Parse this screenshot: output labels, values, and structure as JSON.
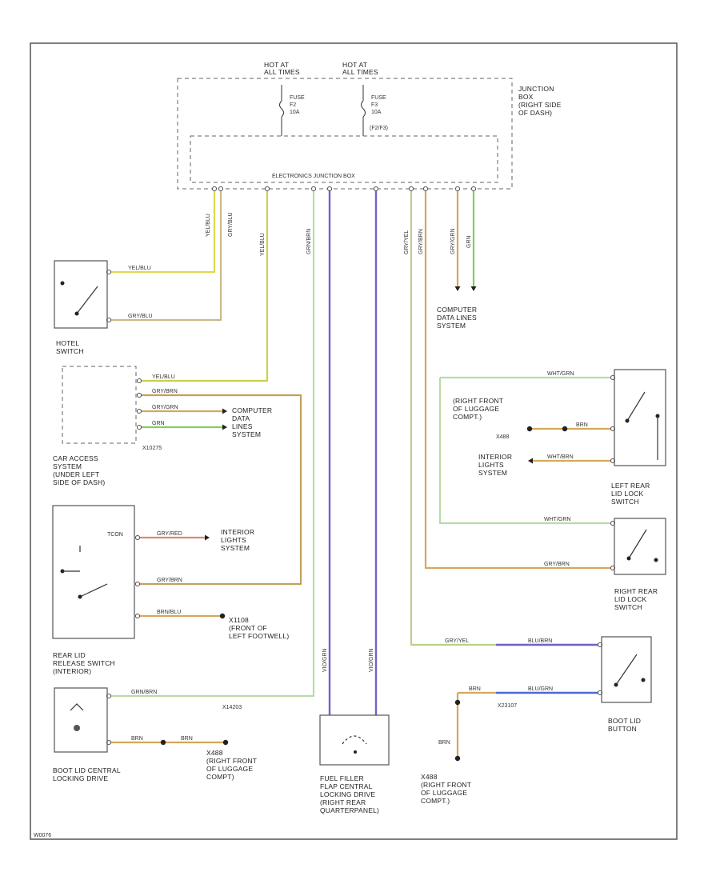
{
  "colors": {
    "yellow_blue": "#e2d84a",
    "grey_blue": "#c9b98a",
    "grey_green": "#b9d08a",
    "grey_orange": "#d6a85a",
    "green_brown": "#9bd16a",
    "green": "#7fd15a",
    "brown": "#c2a05a",
    "blue_violet": "#6e64c8",
    "light_green": "#b7dca4",
    "grey_red": "#d98a7a",
    "grey_yellow": "#c9cf4a",
    "blue": "#4a6ad0"
  },
  "labels": {
    "hot_always_1": "HOT AT\nALL TIMES",
    "hot_always_2": "HOT AT\nALL TIMES",
    "fuse_1": "FUSE\nF2\n10A",
    "fuse_2": "FUSE\nF3\n10A",
    "fuse_2_note": "(F2/F3)",
    "junction_box": "JUNCTION\nBOX\n(RIGHT SIDE\nOF DASH)",
    "ejb": "ELECTRONICS JUNCTION BOX",
    "hotel_switch": "HOTEL\nSWITCH",
    "connector_x10275": "X10275",
    "car_access": "CAR ACCESS\nSYSTEM\n(UNDER LEFT\nSIDE OF DASH)",
    "interior_lights_1": "INTERIOR\nLIGHTS\nSYSTEM",
    "x1108": "X1108\n(FRONT OF\nLEFT FOOTWELL)",
    "rear_lid_release": "REAR LID\nRELEASE SWITCH\n(INTERIOR)",
    "x14203": "X14203",
    "boot_lid_drive": "BOOT LID CENTRAL\nLOCKING DRIVE",
    "x488_left": "X488\n(RIGHT FRONT\nOF LUGGAGE\nCOMPT)",
    "fuel_filler": "FUEL FILLER\nFLAP CENTRAL\nLOCKING DRIVE\n(RIGHT REAR\nQUARTERPANEL)",
    "x488_bottom": "X488\n(RIGHT FRONT\nOF LUGGAGE\nCOMPT.)",
    "boot_lid_button": "BOOT LID\nBUTTON",
    "x23107": "X23107",
    "right_rear_switch": "RIGHT REAR\nLID LOCK\nSWITCH",
    "left_rear_switch": "LEFT REAR\nLID LOCK\nSWITCH",
    "interior_lights_2": "INTERIOR\nLIGHTS\nSYSTEM",
    "right_front_luggage": "(RIGHT FRONT\nOF LUGGAGE\nCOMPT.)",
    "x488_right": "X488",
    "computer_data_top": "COMPUTER\nDATA LINES\nSYSTEM",
    "computer_data_mid": "COMPUTER\nDATA\nLINES\nSYSTEM",
    "brn": "BRN",
    "corner_code": "W0076"
  },
  "wires": {
    "yel_blu": "YEL/BLU",
    "gry_blu": "GRY/BLU",
    "gry_brn": "GRY/BRN",
    "gry_grn": "GRY/GRN",
    "grn_brn": "GRN/BRN",
    "grn": "GRN",
    "brn": "BRN",
    "gry_red": "GRY/RED",
    "brn_blu": "BRN/BLU",
    "wht_grn": "WHT/GRN",
    "wht_brn": "WHT/BRN",
    "blu_brn": "BLU/BRN",
    "blu_grn": "BLU/GRN",
    "gry_yel": "GRY/YEL",
    "vio_grn": "VIO/GRN",
    "tcon": "TCON"
  }
}
